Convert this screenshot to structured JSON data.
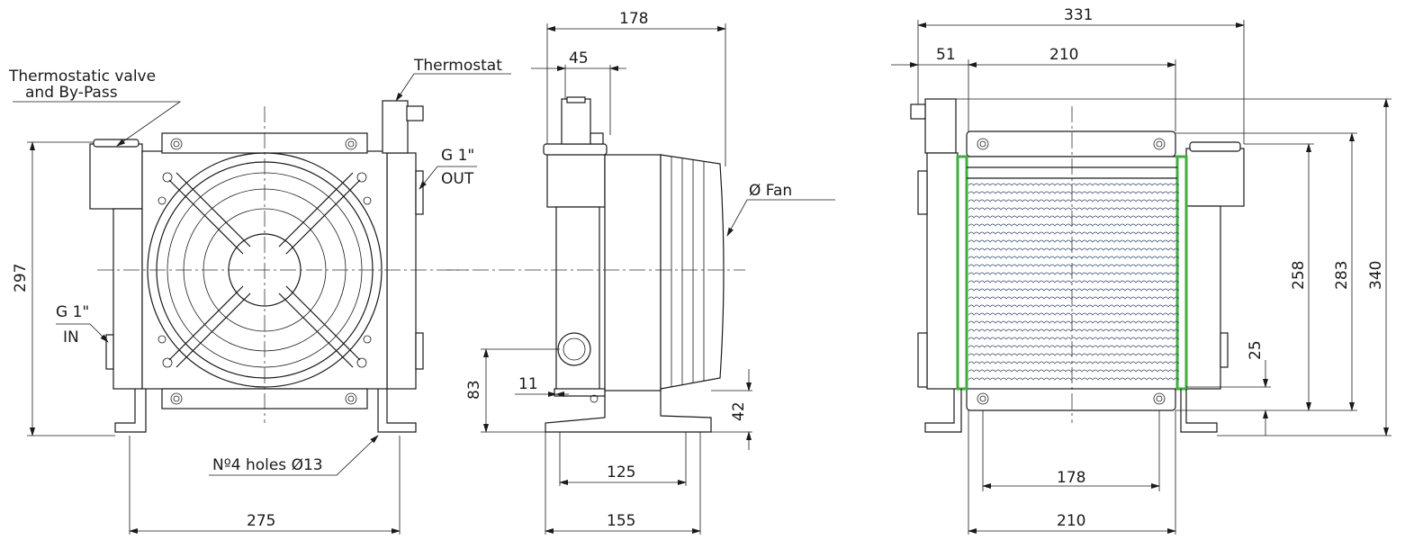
{
  "labels": {
    "thermostatic_valve_line1": "Thermostatic valve",
    "thermostatic_valve_line2": "and By-Pass",
    "thermostat": "Thermostat",
    "out_thread": "G 1\"",
    "out_label": "OUT",
    "in_thread": "G 1\"",
    "in_label": "IN",
    "fan": "Ø Fan",
    "holes": "Nº4 holes Ø13"
  },
  "dimensions": {
    "front_height": "297",
    "front_width": "275",
    "side_depth": "178",
    "thermostat_offset": "45",
    "inlet_height": "83",
    "foot_offset": "11",
    "foot_height": "42",
    "foot_spacing": "125",
    "base_width": "155",
    "rear_total_width": "331",
    "rear_offset": "51",
    "rear_core_width": "210",
    "rear_height_258": "258",
    "rear_height_283": "283",
    "rear_height_340": "340",
    "rear_bottom_25": "25",
    "rear_foot_spacing": "178",
    "rear_base_width": "210"
  }
}
